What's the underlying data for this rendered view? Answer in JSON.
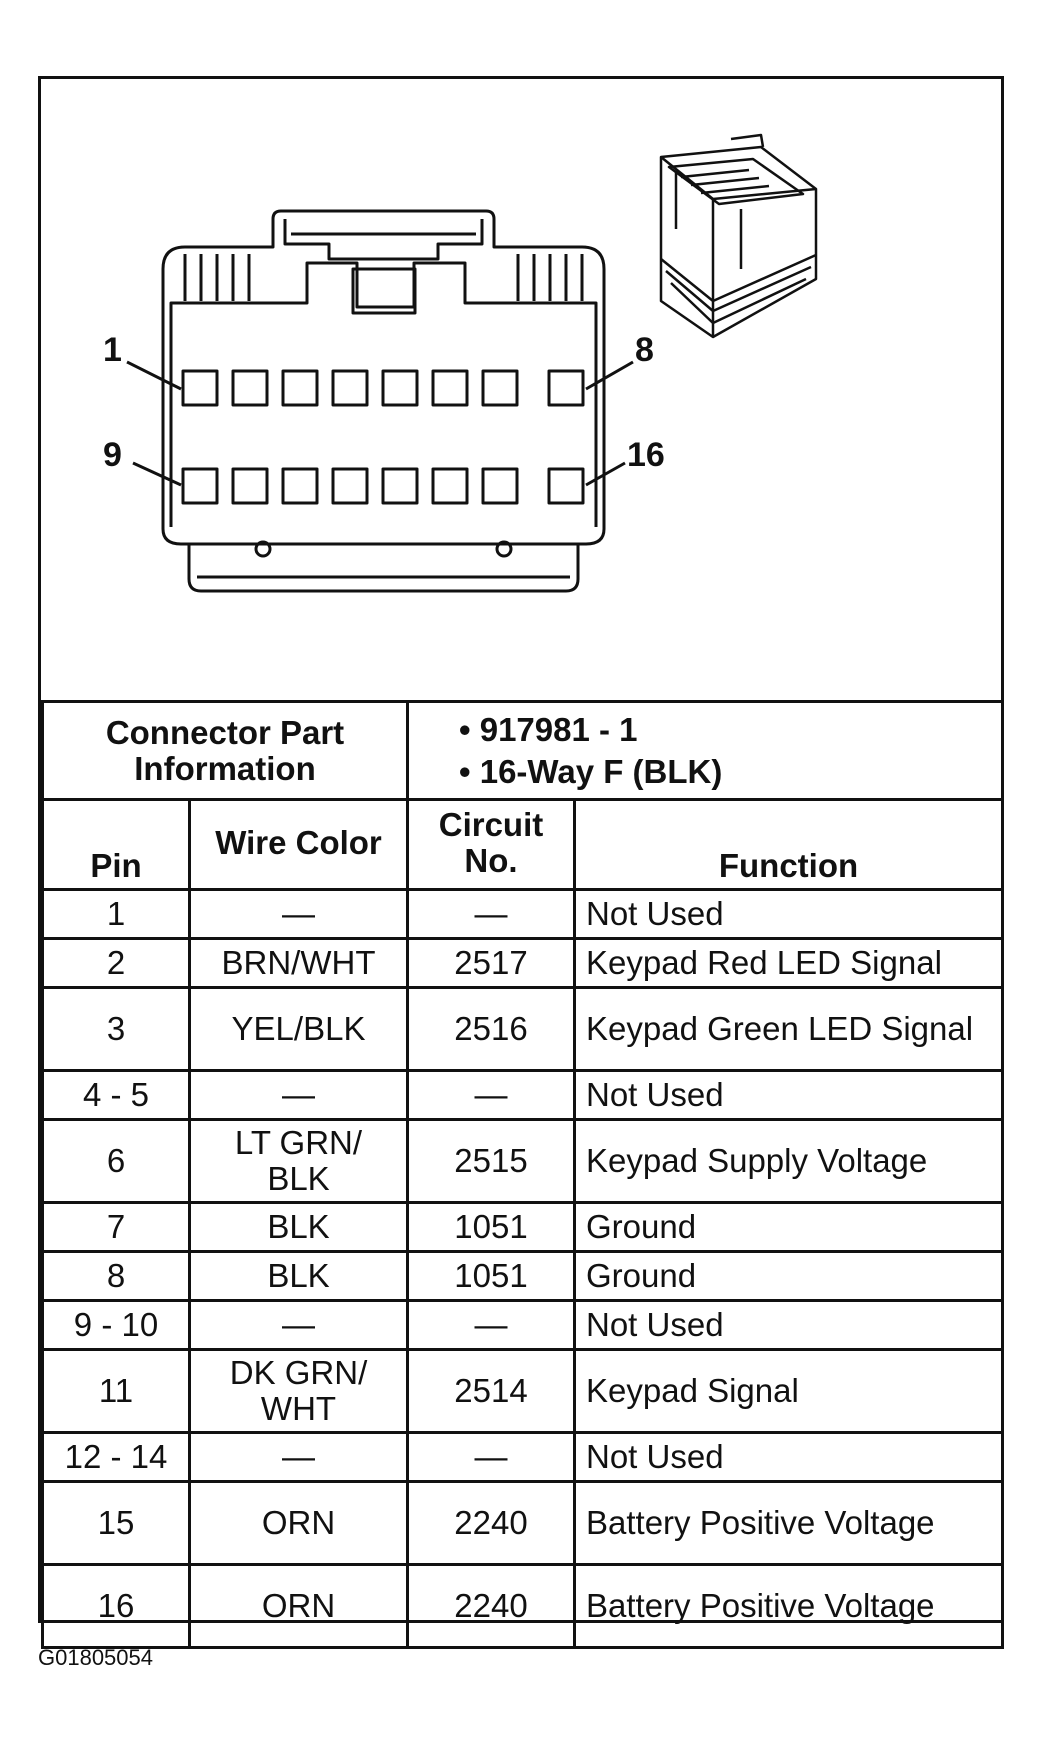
{
  "figure_code": "G01805054",
  "connector": {
    "pin_callouts": [
      "1",
      "8",
      "9",
      "16"
    ],
    "info_label": "Connector Part Information",
    "part_number": "• 917981 - 1",
    "description": "• 16-Way F (BLK)"
  },
  "table": {
    "headers": {
      "pin": "Pin",
      "wire_color": "Wire Color",
      "circuit": "Circuit No.",
      "function": "Function"
    },
    "rows": [
      {
        "pin": "1",
        "wire": "—",
        "circuit": "—",
        "function": "Not Used"
      },
      {
        "pin": "2",
        "wire": "BRN/WHT",
        "circuit": "2517",
        "function": "Keypad Red LED Signal"
      },
      {
        "pin": "3",
        "wire": "YEL/BLK",
        "circuit": "2516",
        "function": "Keypad Green LED Signal"
      },
      {
        "pin": "4 - 5",
        "wire": "—",
        "circuit": "—",
        "function": "Not Used"
      },
      {
        "pin": "6",
        "wire": "LT GRN/ BLK",
        "circuit": "2515",
        "function": "Keypad Supply Voltage"
      },
      {
        "pin": "7",
        "wire": "BLK",
        "circuit": "1051",
        "function": "Ground"
      },
      {
        "pin": "8",
        "wire": "BLK",
        "circuit": "1051",
        "function": "Ground"
      },
      {
        "pin": "9 - 10",
        "wire": "—",
        "circuit": "—",
        "function": "Not Used"
      },
      {
        "pin": "11",
        "wire": "DK GRN/ WHT",
        "circuit": "2514",
        "function": "Keypad Signal"
      },
      {
        "pin": "12 - 14",
        "wire": "—",
        "circuit": "—",
        "function": "Not Used"
      },
      {
        "pin": "15",
        "wire": "ORN",
        "circuit": "2240",
        "function": "Battery Positive Voltage"
      },
      {
        "pin": "16",
        "wire": "ORN",
        "circuit": "2240",
        "function": "Battery Positive Voltage"
      }
    ]
  }
}
